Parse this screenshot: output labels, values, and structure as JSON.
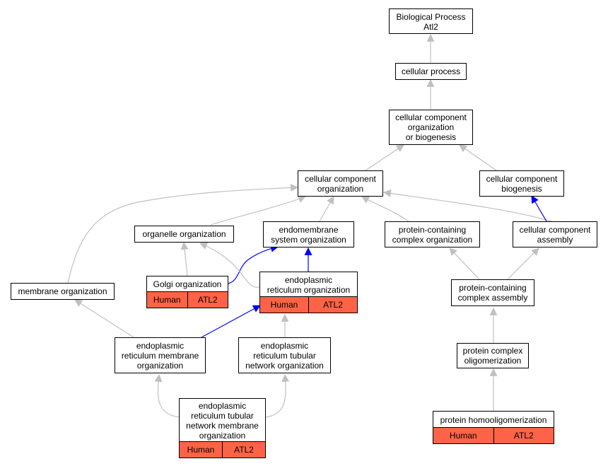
{
  "colors": {
    "is_a_edge": "#c0c0c0",
    "highlight_edge": "#0000ff",
    "annotation_fill": "#ff6347",
    "border": "#000000"
  },
  "nodes": {
    "root": {
      "label": "Biological Process\nAtl2"
    },
    "cellular_process": {
      "label": "cellular process"
    },
    "ccob": {
      "label": "cellular component\norganization\nor biogenesis"
    },
    "cco": {
      "label": "cellular component\norganization"
    },
    "ccb": {
      "label": "cellular component\nbiogenesis"
    },
    "organelle_org": {
      "label": "organelle organization"
    },
    "endomembrane": {
      "label": "endomembrane\nsystem organization"
    },
    "pc_org": {
      "label": "protein-containing\ncomplex organization"
    },
    "cca": {
      "label": "cellular component\nassembly"
    },
    "golgi": {
      "label": "Golgi organization",
      "species": "Human",
      "gene": "ATL2"
    },
    "er_org": {
      "label": "endoplasmic\nreticulum organization",
      "species": "Human",
      "gene": "ATL2"
    },
    "membrane_org": {
      "label": "membrane organization"
    },
    "pc_assembly": {
      "label": "protein-containing\ncomplex assembly"
    },
    "er_membrane": {
      "label": "endoplasmic\nreticulum membrane\norganization"
    },
    "er_tubular": {
      "label": "endoplasmic\nreticulum tubular\nnetwork organization"
    },
    "pc_oligo": {
      "label": "protein complex\noligomerization"
    },
    "er_tub_mem": {
      "label": "endoplasmic\nreticulum tubular\nnetwork membrane\norganization",
      "species": "Human",
      "gene": "ATL2"
    },
    "homooligo": {
      "label": "protein homooligomerization",
      "species": "Human",
      "gene": "ATL2"
    }
  }
}
